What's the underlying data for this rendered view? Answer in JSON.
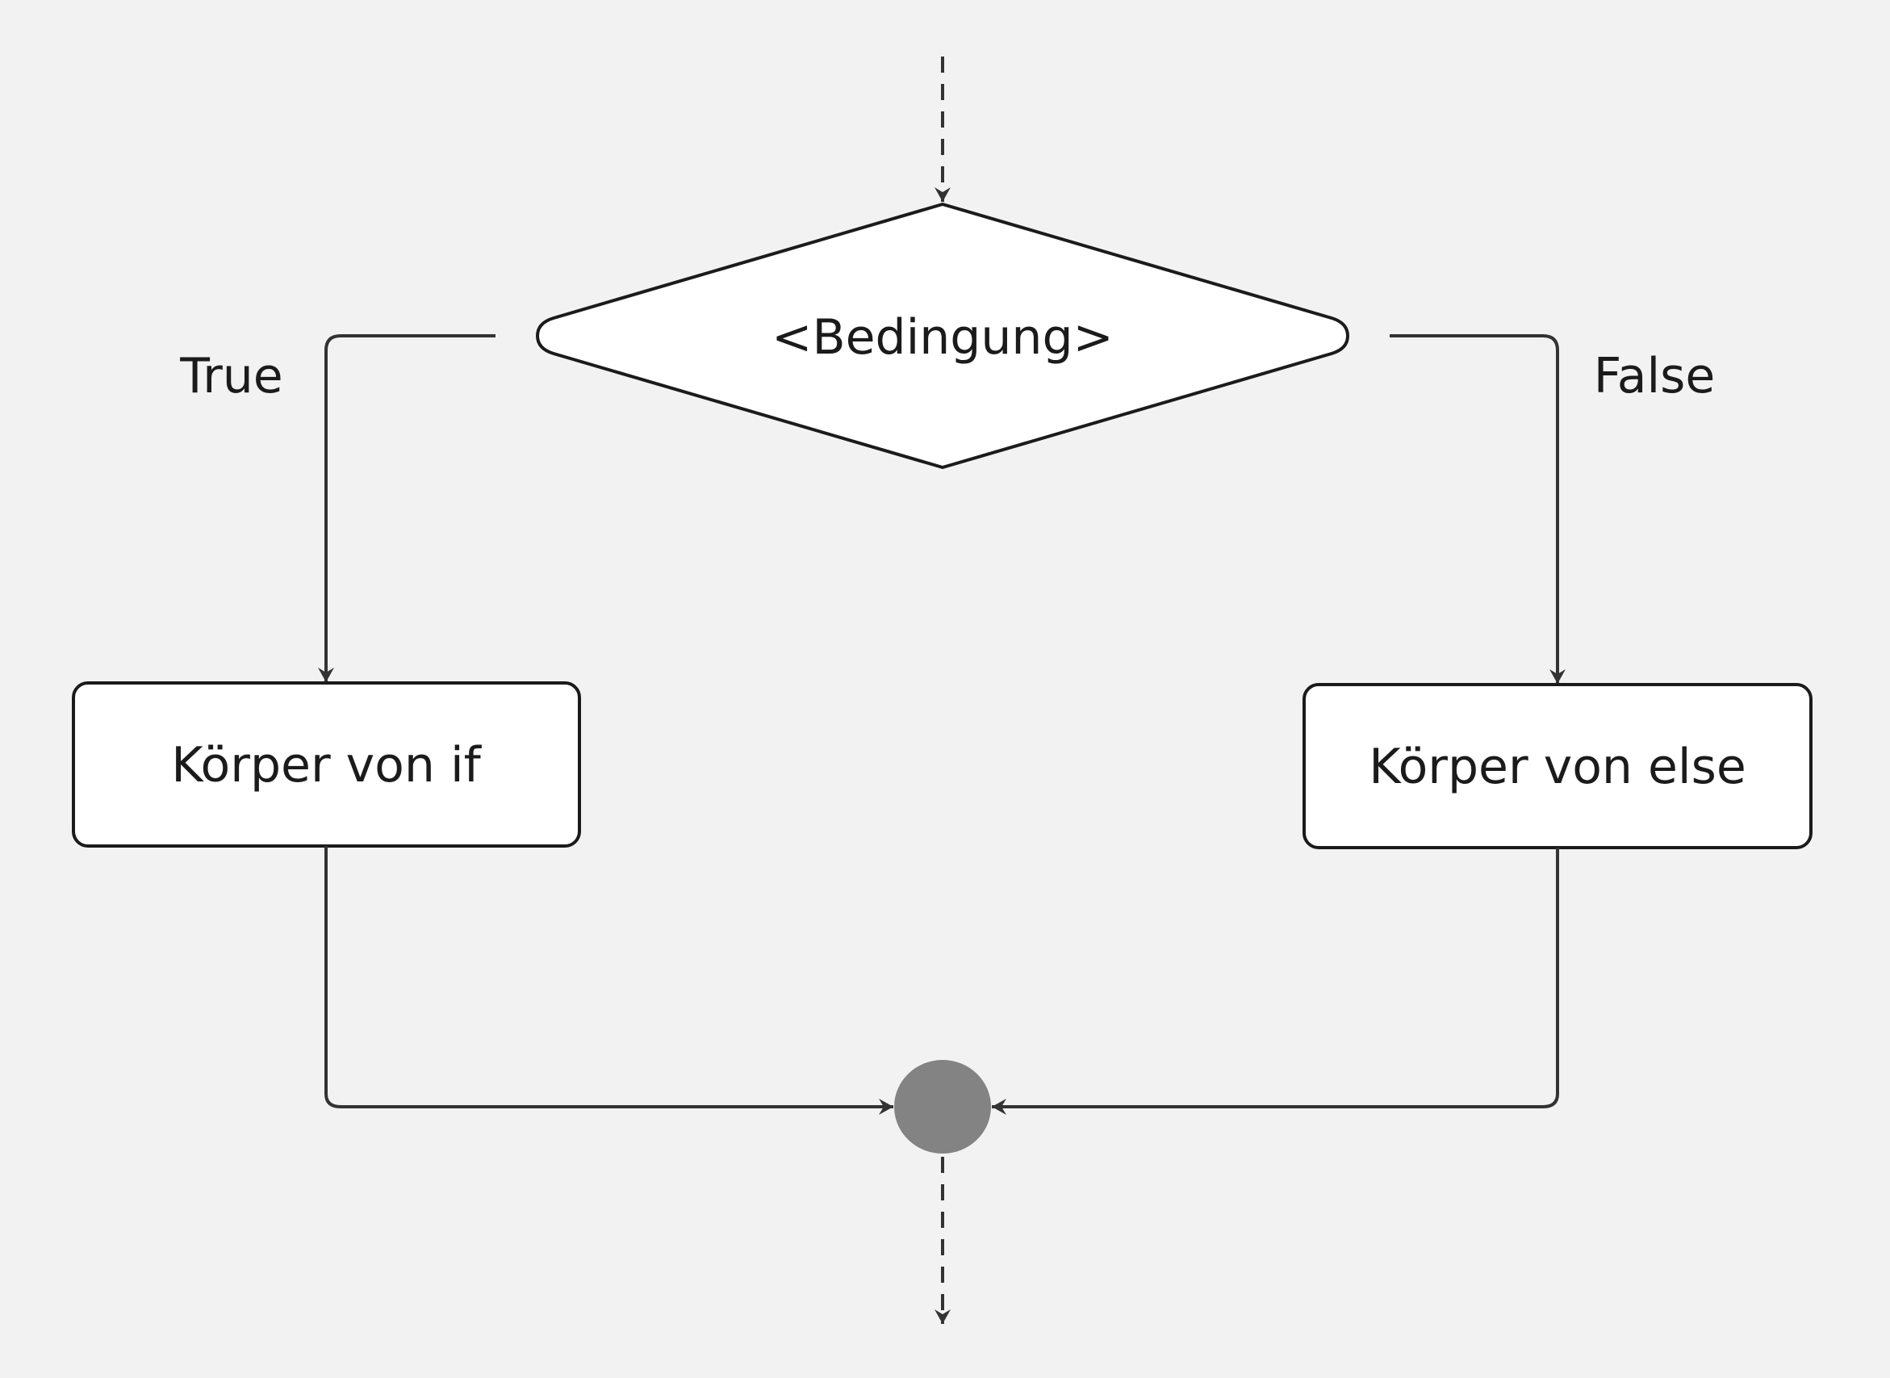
{
  "diagram": {
    "decision": "<Bedingung>",
    "branch_true": "True",
    "branch_false": "False",
    "if_body": "Körper von if",
    "else_body": "Körper von else"
  },
  "colors": {
    "background": "#f2f2f2",
    "shape_fill": "#ffffff",
    "stroke": "#1b1b1b",
    "connector": "#333333",
    "merge_node": "#838383"
  }
}
